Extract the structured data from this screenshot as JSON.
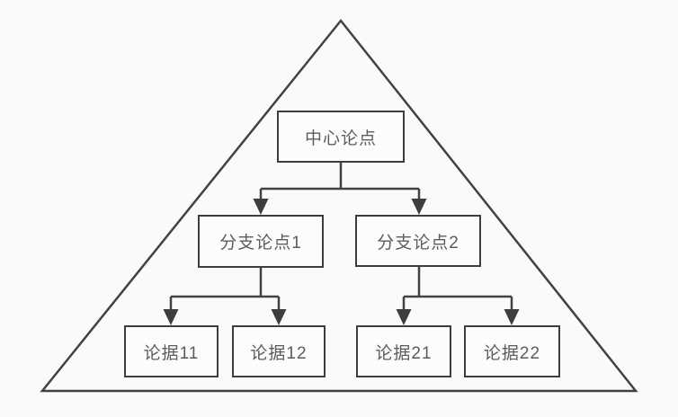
{
  "diagram": {
    "kind": "pyramid-argument-structure",
    "nodes": {
      "central": {
        "label": "中心论点"
      },
      "branch1": {
        "label": "分支论点1"
      },
      "branch2": {
        "label": "分支论点2"
      },
      "evidence11": {
        "label": "论据11"
      },
      "evidence12": {
        "label": "论据12"
      },
      "evidence21": {
        "label": "论据21"
      },
      "evidence22": {
        "label": "论据22"
      }
    },
    "edges": [
      {
        "from": "中心论点",
        "to": "分支论点1"
      },
      {
        "from": "中心论点",
        "to": "分支论点2"
      },
      {
        "from": "分支论点1",
        "to": "论据11"
      },
      {
        "from": "分支论点1",
        "to": "论据12"
      },
      {
        "from": "分支论点2",
        "to": "论据21"
      },
      {
        "from": "分支论点2",
        "to": "论据22"
      }
    ],
    "colors": {
      "line": "#424242",
      "box_border": "#3d3d3d",
      "box_fill": "#fdfcfc",
      "text": "#5c5c5c",
      "background": "#fbfafa"
    }
  }
}
